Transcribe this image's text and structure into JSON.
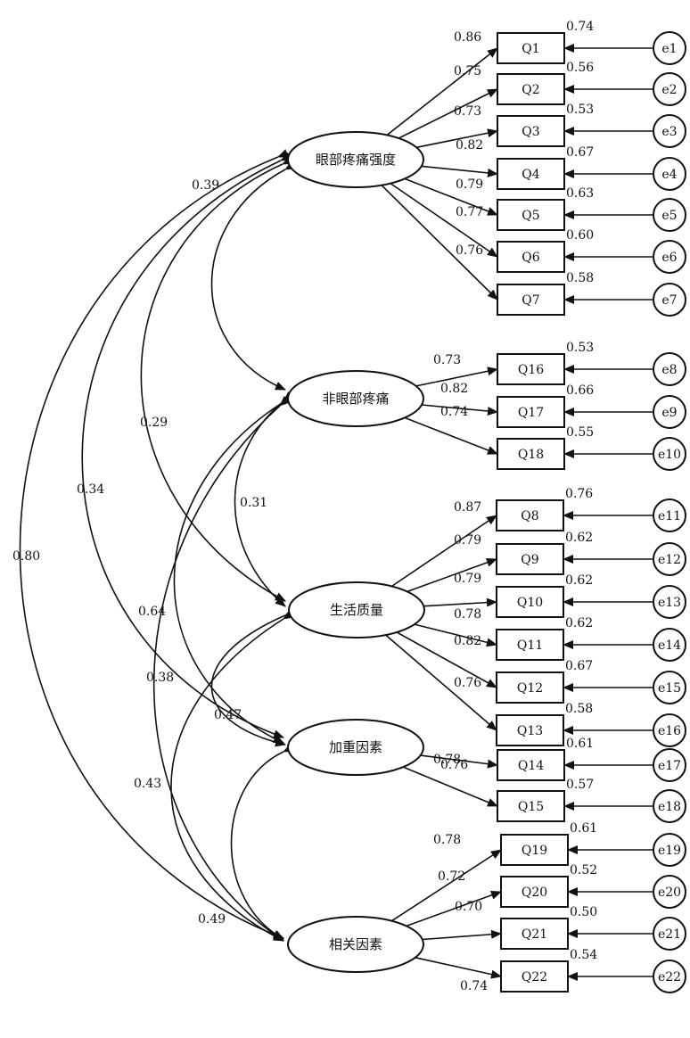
{
  "latents": [
    {
      "id": "L1",
      "label": "眼部疼痛强度"
    },
    {
      "id": "L2",
      "label": "非眼部疼痛"
    },
    {
      "id": "L3",
      "label": "生活质量"
    },
    {
      "id": "L4",
      "label": "加重因素"
    },
    {
      "id": "L5",
      "label": "相关因素"
    }
  ],
  "indicators": [
    {
      "label": "Q1",
      "latent": "L1",
      "loading": "0.86",
      "r2": "0.74",
      "error": "e1"
    },
    {
      "label": "Q2",
      "latent": "L1",
      "loading": "0.75",
      "r2": "0.56",
      "error": "e2"
    },
    {
      "label": "Q3",
      "latent": "L1",
      "loading": "0.73",
      "r2": "0.53",
      "error": "e3"
    },
    {
      "label": "Q4",
      "latent": "L1",
      "loading": "0.82",
      "r2": "0.67",
      "error": "e4"
    },
    {
      "label": "Q5",
      "latent": "L1",
      "loading": "0.79",
      "r2": "0.63",
      "error": "e5"
    },
    {
      "label": "Q6",
      "latent": "L1",
      "loading": "0.77",
      "r2": "0.60",
      "error": "e6"
    },
    {
      "label": "Q7",
      "latent": "L1",
      "loading": "0.76",
      "r2": "0.58",
      "error": "e7"
    },
    {
      "label": "Q16",
      "latent": "L2",
      "loading": "0.73",
      "r2": "0.53",
      "error": "e8"
    },
    {
      "label": "Q17",
      "latent": "L2",
      "loading": "0.82",
      "r2": "0.66",
      "error": "e9"
    },
    {
      "label": "Q18",
      "latent": "L2",
      "loading": "0.74",
      "r2": "0.55",
      "error": "e10"
    },
    {
      "label": "Q8",
      "latent": "L3",
      "loading": "0.87",
      "r2": "0.76",
      "error": "e11"
    },
    {
      "label": "Q9",
      "latent": "L3",
      "loading": "0.79",
      "r2": "0.62",
      "error": "e12"
    },
    {
      "label": "Q10",
      "latent": "L3",
      "loading": "0.79",
      "r2": "0.62",
      "error": "e13"
    },
    {
      "label": "Q11",
      "latent": "L3",
      "loading": "0.78",
      "r2": "0.62",
      "error": "e14"
    },
    {
      "label": "Q12",
      "latent": "L3",
      "loading": "0.82",
      "r2": "0.67",
      "error": "e15"
    },
    {
      "label": "Q13",
      "latent": "L3",
      "loading": "0.76",
      "r2": "0.58",
      "error": "e16"
    },
    {
      "label": "Q14",
      "latent": "L4",
      "loading": "0.78",
      "r2": "0.61",
      "error": "e17"
    },
    {
      "label": "Q15",
      "latent": "L4",
      "loading": "0.76",
      "r2": "0.57",
      "error": "e18"
    },
    {
      "label": "Q19",
      "latent": "L5",
      "loading": "0.78",
      "r2": "0.61",
      "error": "e19"
    },
    {
      "label": "Q20",
      "latent": "L5",
      "loading": "0.72",
      "r2": "0.52",
      "error": "e20"
    },
    {
      "label": "Q21",
      "latent": "L5",
      "loading": "0.70",
      "r2": "0.50",
      "error": "e21"
    },
    {
      "label": "Q22",
      "latent": "L5",
      "loading": "0.74",
      "r2": "0.54",
      "error": "e22"
    }
  ],
  "correlations": [
    {
      "from": "L1",
      "to": "L2",
      "value": "0.39"
    },
    {
      "from": "L1",
      "to": "L3",
      "value": "0.29"
    },
    {
      "from": "L1",
      "to": "L4",
      "value": "0.34"
    },
    {
      "from": "L1",
      "to": "L5",
      "value": "0.80"
    },
    {
      "from": "L2",
      "to": "L3",
      "value": "0.31"
    },
    {
      "from": "L2",
      "to": "L4",
      "value": "0.64"
    },
    {
      "from": "L2",
      "to": "L5",
      "value": "0.38"
    },
    {
      "from": "L3",
      "to": "L4",
      "value": "0.47"
    },
    {
      "from": "L3",
      "to": "L5",
      "value": "0.43"
    },
    {
      "from": "L4",
      "to": "L5",
      "value": "0.49"
    }
  ]
}
